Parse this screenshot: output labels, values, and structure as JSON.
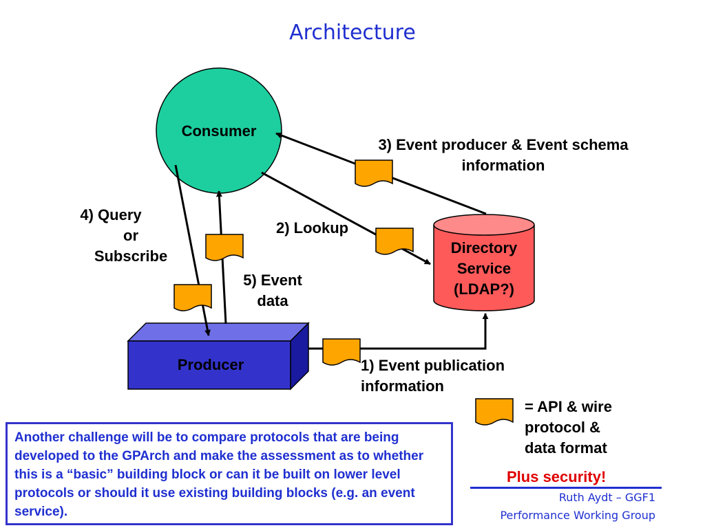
{
  "slide": {
    "title": "Architecture"
  },
  "nodes": {
    "consumer": "Consumer",
    "producer": "Producer",
    "directory": [
      "Directory",
      "Service",
      "(LDAP?)"
    ]
  },
  "edges": {
    "event_schema": [
      "3) Event producer & Event schema",
      "information"
    ],
    "lookup": "2) Lookup",
    "query": [
      "4) Query",
      "or",
      "Subscribe"
    ],
    "event_data": [
      "5) Event",
      "data"
    ],
    "publication": [
      "1) Event publication",
      "information"
    ]
  },
  "legend": {
    "text": [
      "= API & wire",
      "protocol &",
      "data format"
    ]
  },
  "note": {
    "text": "Another challenge will be to compare protocols that are being developed to the GPArch and make the assessment as to whether this is a “basic” building block or can it be built on lower level protocols or should it use existing building blocks (e.g. an event service)."
  },
  "security": "Plus security!",
  "footer": {
    "author": "Ruth Aydt – GGF1",
    "group": "Performance Working Group"
  },
  "colors": {
    "title": "#1f2fd0",
    "consumer": "#1dcf9f",
    "producer": "#3333cc",
    "directory": "#ff5a5a",
    "document_icon": "#ffa500",
    "security": "#e00000"
  }
}
